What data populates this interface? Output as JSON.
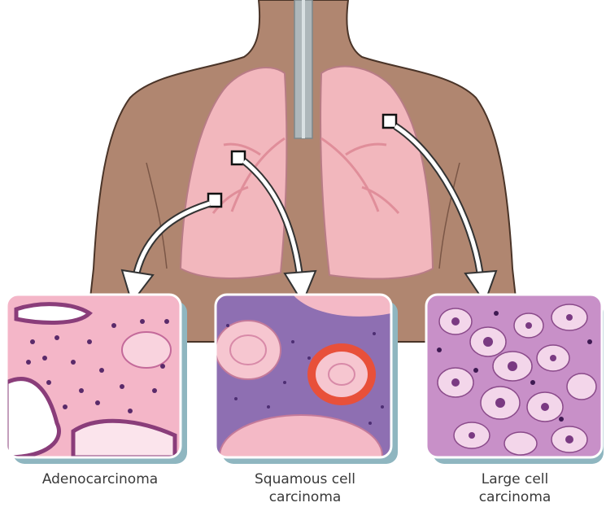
{
  "labels": {
    "adenocarcinoma": [
      "Adenocarcinoma"
    ],
    "squamous": [
      "Squamous cell",
      "carcinoma"
    ],
    "large_cell": [
      "Large cell",
      "carcinoma"
    ]
  },
  "colors": {
    "skin": "#b08670",
    "skin_edge": "#4a3428",
    "lung": "#f2b7bd",
    "lung_edge": "#b87c86",
    "trachea": "#9aa3a6",
    "panel_shadow": "#8fb6c0",
    "adeno_bg": "#f4b6c8",
    "squamous_bg": "#8e6fb2",
    "large_bg": "#c890c8"
  }
}
